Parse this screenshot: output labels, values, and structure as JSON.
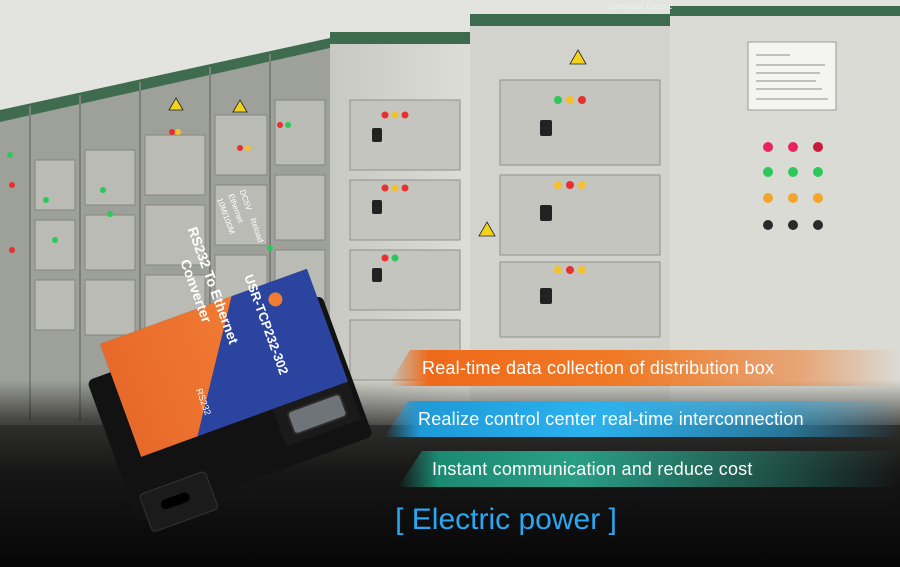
{
  "device": {
    "model": "USR-TCP232-302",
    "product_line1": "RS232 To Ethernet",
    "product_line2": "Converter",
    "port_label": "RS232",
    "indicator_labels": [
      "DC5V",
      "Reload",
      "Ethernet",
      "10M/100M"
    ]
  },
  "banners": [
    {
      "text": "Real-time data collection of distribution box",
      "color": "#f07a26"
    },
    {
      "text": "Realize control center real-time interconnection",
      "color": "#2bb2ee"
    },
    {
      "text": "Instant communication and reduce cost",
      "color": "#2a9f86"
    }
  ],
  "cabinet_brand": "Schneider Electric",
  "title": "[ Electric power ]",
  "colors": {
    "accent_blue": "#2aa7f2",
    "device_orange": "#e8692a",
    "device_blue": "#243a8c"
  }
}
